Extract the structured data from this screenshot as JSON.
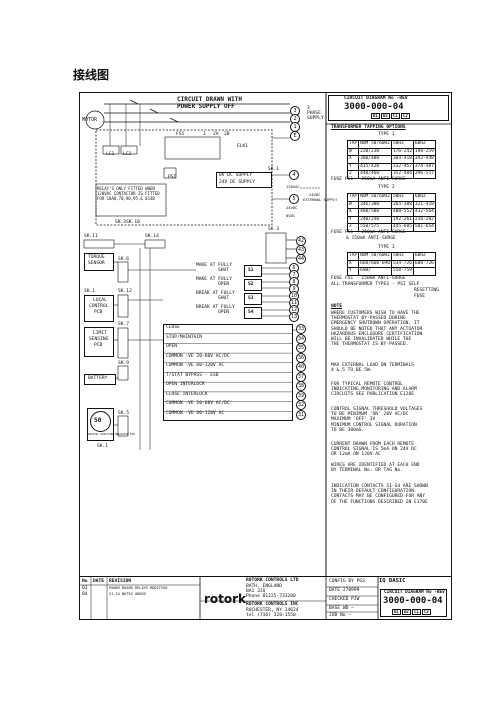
{
  "heading": "接线图",
  "top_title": [
    "CIRCUIT DRAWN WITH",
    "POWER SUPPLY OFF"
  ],
  "circuit_diagram": {
    "label": "CIRCUIT DIAGRAM No -REV",
    "number": "3000-000-04",
    "sheets": [
      "B1",
      "B2",
      "C1",
      "C2"
    ]
  },
  "transformer": {
    "title": "TRANSFORMER TAPPING OPTIONS",
    "type1": {
      "label": "TYPE 1",
      "headers": [
        "TAP",
        "NOM 50/60HZ",
        "50HZ",
        "60HZ"
      ],
      "rows": [
        [
          "W",
          "220/230",
          "176-242",
          "198-259"
        ],
        [
          "X",
          "380/400",
          "304-418",
          "342-448"
        ],
        [
          "Y",
          "415/420",
          "332-457",
          "374-487"
        ],
        [
          "Z",
          "440/460",
          "352-484",
          "396-517"
        ]
      ],
      "fuse": "FUSE FS1 - 250mA ANTI-SURGE"
    },
    "type2": {
      "label": "TYPE 2",
      "headers": [
        "TAP",
        "NOM 50/60HZ",
        "50HZ",
        "60HZ"
      ],
      "rows": [
        [
          "W",
          "346/380",
          "265-388",
          "321-419"
        ],
        [
          "X",
          "480/500",
          "400-552",
          "432-564"
        ],
        [
          "Y",
          "240/240",
          "192-261",
          "216-282"
        ],
        [
          "Z",
          "550/575",
          "445-605",
          "501-654"
        ]
      ],
      "fuse": [
        "FUSE FS1 - 250mA ANTI-SURGE",
        "& 150mA ANTI-SURGE"
      ]
    },
    "type3": {
      "label": "TYPE 3",
      "headers": [
        "TAP",
        "NOM 50/60HZ",
        "50HZ",
        "60HZ"
      ],
      "rows": [
        [
          "X",
          "660/660-690",
          "534-726",
          "600-726"
        ],
        [
          "Y",
          "690/",
          "558-759",
          ""
        ]
      ],
      "fuse": [
        "FUSE FS1 - 150mA ANTI-SURGE",
        "ALL TRANSFORMER TYPES - PSI SELF",
        "RESETTING",
        "FUSE"
      ]
    }
  },
  "notes_title": "NOTE",
  "notes": [
    "WHERE CUSTOMERS WISH TO HAVE THE\nTHERMOSTAT BY-PASSED DURING\nEMERGENCY SHUTDOWN OPERATION, IT\nSHOULD BE NOTED THAT ANY ACTUATOR\nHAZARDOUS ENCLOSURE CERTIFICATION\nWILL BE INVALIDATED WHILE THE\nTHE THERMOSTAT IS BY-PASSED.",
    "MAX EXTERNAL LOAD ON TERMINALS\n4 & 5 TO BE 5W.",
    "FOR TYPICAL REMOTE CONTROL\nINDICATING,MONITORING AND ALARM\nCIRCUITS SEE PUBLICATION E120E",
    "CONTROL SIGNAL THRESHOLD VOLTAGES\nTO BE MINIMUM 'ON' 20V AC/DC\nMAXIMUM 'OFF' 3V\nMINIMUM CONTROL SIGNAL DURATION\nTO BE 300mS.",
    "CURRENT DRAWN FROM EACH REMOTE\nCONTROL SIGNAL IS 5mA ON 24V DC\nOR 12mA ON 120V AC",
    "WIRES ARE IDENTIFIED AT EACH END\nBY TERMINAL No. OR TAG No.",
    "INDICATION CONTACTS S1-S4 ARE SHOWN\nIN THEIR DEFAULT CONFIGURATION.\nCONTACTS MAY BE CONFIGURED FOR ANY\nOF THE FUNCTIONS DESCRIBED IN E170E"
  ],
  "left": {
    "motor": "MOTOR",
    "phase_supply": [
      "3",
      "PHASE",
      "SUPPLY"
    ],
    "fuse_labels": [
      "FS1",
      "1",
      "2A",
      "2B"
    ],
    "elk": "ELK1",
    "psi": "PSI",
    "relay_note": [
      "RELAY'S ONLY FITTED WHEN",
      "120VAC CONTACTOR IS FITTED",
      "FOR 10A0,70,90,95,& 014B"
    ],
    "dc_supply": [
      "0V DC SUPPLY",
      "24V DC SUPPLY"
    ],
    "sk_labels": [
      "SK.1",
      "SK.3",
      "SK.11",
      "SK.14",
      "SK.6",
      "SK.1",
      "SK.12",
      "SK.7",
      "SK.9",
      "SK.5",
      "SK.1",
      "SK.3SK.10"
    ],
    "volt_labels": [
      "120VAC",
      "24VDC",
      "24VDC",
      "0VDC"
    ],
    "external": [
      "24VDC",
      "EXTERNAL SUPPLY"
    ],
    "torque": [
      "TORQUE",
      "SENSOR"
    ],
    "local": [
      "LOCAL",
      "CONTROL",
      "PCB"
    ],
    "limit": [
      "LIMIT",
      "SENSING",
      "PCB"
    ],
    "battery": "BATTERY",
    "position": "50",
    "display": "DIGITAL POSITION INDICATOR PCB",
    "lc": [
      "LC1",
      "LC2"
    ]
  },
  "switches": [
    {
      "label": "MAKE AT FULLY",
      "label2": "SHUT",
      "name": "S1",
      "terms": [
        "6",
        "7"
      ]
    },
    {
      "label": "MAKE AT FULLY",
      "label2": "OPEN",
      "name": "S2",
      "terms": [
        "8",
        "9"
      ]
    },
    {
      "label": "BREAK AT FULLY",
      "label2": "SHUT",
      "name": "S3",
      "terms": [
        "10",
        "11"
      ]
    },
    {
      "label": "BREAK AT FULLY",
      "label2": "OPEN",
      "name": "S4",
      "terms": [
        "12",
        "13"
      ]
    }
  ],
  "top_terms": [
    "3",
    "2",
    "1",
    "E",
    "4",
    "5"
  ],
  "sk3_terms": [
    "42",
    "43",
    "44"
  ],
  "control_rows": [
    {
      "label": "CLOSE",
      "term": "33"
    },
    {
      "label": "STOP/MAINTAIN",
      "term": "34"
    },
    {
      "label": "OPEN",
      "term": "35"
    },
    {
      "label": "COMMON -VE 20-60V AC/DC",
      "term": "36"
    },
    {
      "label": "COMMON -VE 60-120V AC",
      "term": "40"
    },
    {
      "label": "T/STAT BYPASS - ESD",
      "term": "37"
    },
    {
      "label": "OPEN INTERLOCK",
      "term": "38"
    },
    {
      "label": "CLOSE INTERLOCK",
      "term": "39"
    },
    {
      "label": "COMMON -VE 20-60V AC/DC",
      "term": "32"
    },
    {
      "label": "COMMON -VE 60-120V AC",
      "term": "31"
    }
  ],
  "revisions": {
    "headers": [
      "No",
      "DATE",
      "REVISION"
    ],
    "rows": [
      [
        "03",
        "",
        "POWER BOARD RELAYS MODIFIED"
      ],
      [
        "04",
        "",
        "S1-S4 NOTES ADDED"
      ]
    ]
  },
  "rotork": {
    "logo": "rotork",
    "uk": [
      "ROTORK CONTROLS LTD",
      "BATH, ENGLAND",
      "BA1 3JQ",
      "Phone 01225-733200"
    ],
    "us": [
      "ROTORK CONTROLS INC",
      "ROCHESTER, NY 14624",
      "tel (716) 328-1550"
    ]
  },
  "config": {
    "config_by": "CONFIG BY PGS",
    "date": "DATE  270999",
    "checked": "CHECKED  PJW",
    "base": "BASE WD —",
    "job": "JOB No —"
  },
  "iq": "IQ BASIC"
}
